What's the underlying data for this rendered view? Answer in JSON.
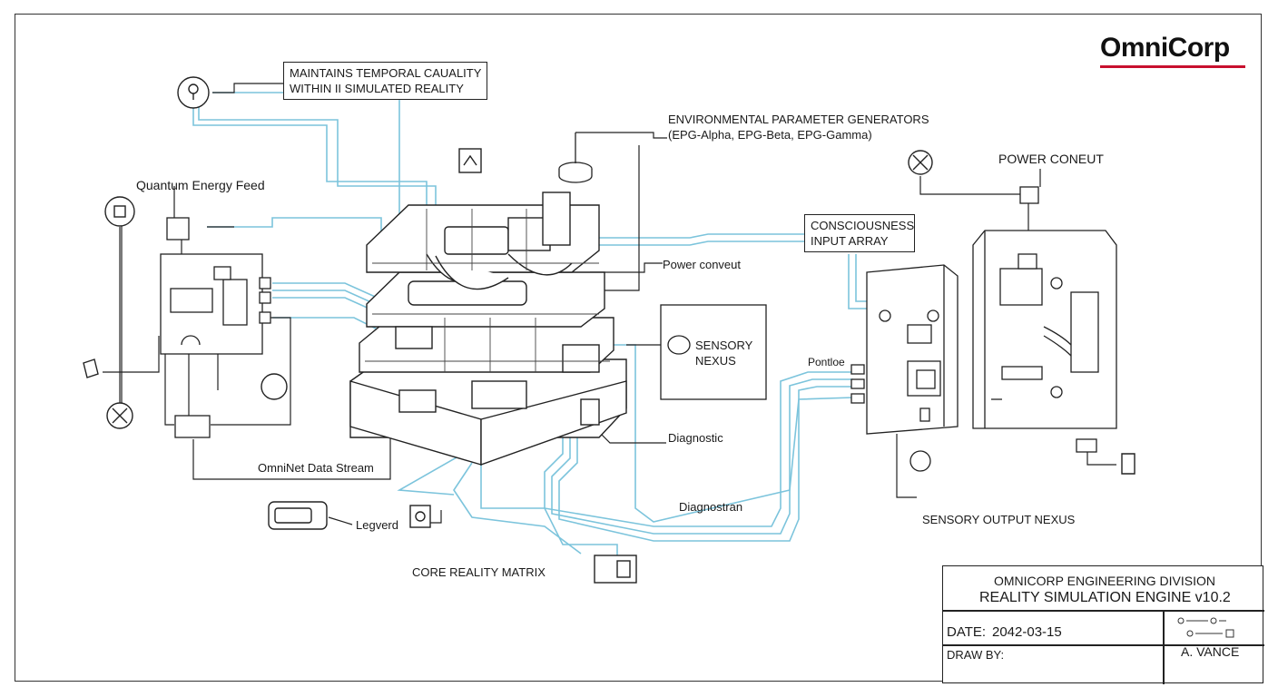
{
  "logo": {
    "text": "OmniCorp",
    "accent_color": "#c8102e"
  },
  "labels": {
    "temporal_causality": [
      "MAINTAINS TEMPORAL CAUALITY",
      "WITHIN II SIMULATED REALITY"
    ],
    "environmental_generators": [
      "ENVIRONMENTAL PARAMETER GENERATORS",
      "(EPG-Alpha, EPG-Beta, EPG-Gamma)"
    ],
    "quantum_energy_feed": "Quantum Energy Feed",
    "power_conduit_caps": "POWER CONEUT",
    "consciousness_input": [
      "CONSCIOUSNESS",
      "INPUT ARRAY"
    ],
    "power_conduit_small": "Power conveut",
    "sensory_nexus": [
      "SENSORY",
      "NEXUS"
    ],
    "pontloe": "Pontloe",
    "diagnostic": "Diagnostic",
    "omninet_stream": "OmniNet Data Stream",
    "diagnostran": "Diagnostran",
    "legverd": "Legverd",
    "core_reality_matrix": "CORE REALITY MATRIX",
    "sensory_output_nexus": "SENSORY OUTPUT NEXUS"
  },
  "title_block": {
    "division": "OMNICORP ENGINEERING DIVISION",
    "project": "REALITY SIMULATION ENGINE v10.2",
    "date_label": "DATE:",
    "date_value": "2042-03-15",
    "drawn_by_label": "DRAW BY:",
    "drawn_by_value": "A. VANCE"
  },
  "colors": {
    "line": "#222222",
    "conduit": "#7cc4dc",
    "accent": "#c8102e"
  }
}
